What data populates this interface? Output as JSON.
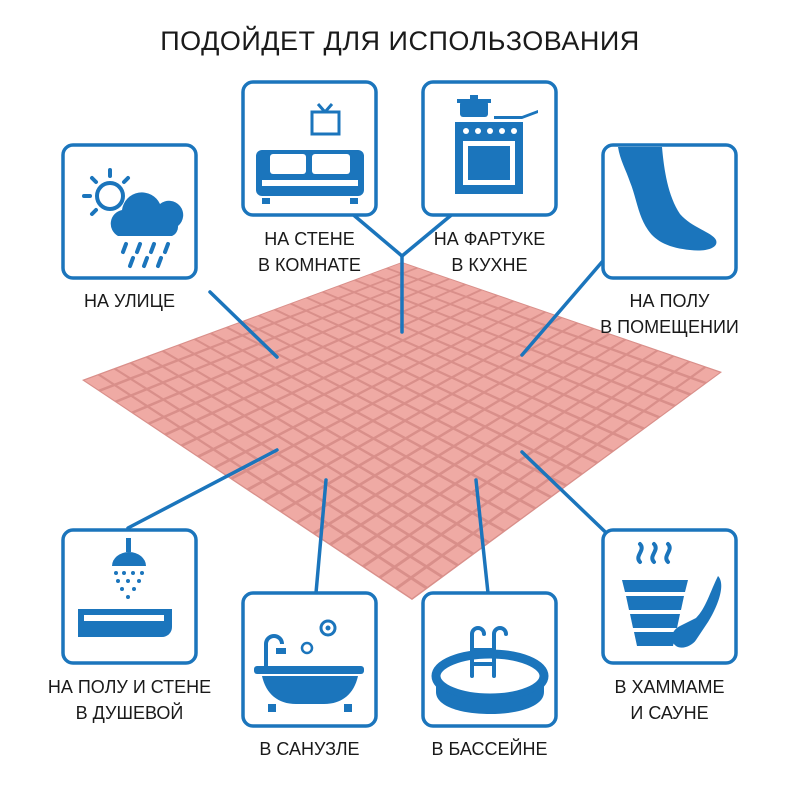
{
  "title": "ПОДОЙДЕТ ДЛЯ ИСПОЛЬЗОВАНИЯ",
  "colors": {
    "accent": "#1b75bc",
    "tile": "#efaaa4",
    "grout": "#d98f8a",
    "text": "#1a1a1a"
  },
  "usages": [
    {
      "id": "outdoor",
      "icon": "weather-sun-rain-icon",
      "lines": [
        "НА УЛИЦЕ"
      ]
    },
    {
      "id": "room-wall",
      "icon": "sofa-picture-icon",
      "lines": [
        "НА СТЕНЕ",
        "В КОМНАТЕ"
      ]
    },
    {
      "id": "kitchen",
      "icon": "stove-pots-icon",
      "lines": [
        "НА ФАРТУКЕ",
        "В КУХНЕ"
      ]
    },
    {
      "id": "floor",
      "icon": "foot-icon",
      "lines": [
        "НА ПОЛУ",
        "В ПОМЕЩЕНИИ"
      ]
    },
    {
      "id": "shower",
      "icon": "shower-tray-icon",
      "lines": [
        "НА ПОЛУ И СТЕНЕ",
        "В ДУШЕВОЙ"
      ]
    },
    {
      "id": "bathroom",
      "icon": "bathtub-icon",
      "lines": [
        "В САНУЗЛЕ"
      ]
    },
    {
      "id": "pool",
      "icon": "pool-ladder-icon",
      "lines": [
        "В БАССЕЙНЕ"
      ]
    },
    {
      "id": "sauna",
      "icon": "sauna-bucket-icon",
      "lines": [
        "В ХАММАМЕ",
        "И САУНЕ"
      ]
    }
  ]
}
